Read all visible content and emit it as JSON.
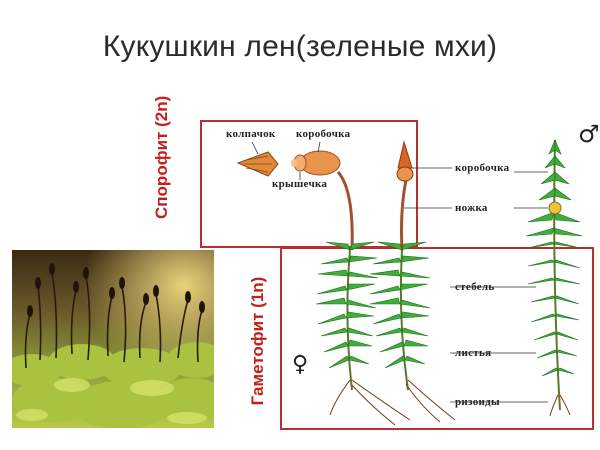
{
  "title": "Кукушкин лен(зеленые мхи)",
  "sporophyte_label": "Спорофит (2n)",
  "gametophyte_label": "Гаметофит (1n)",
  "labels": {
    "kolpachok": "колпачок",
    "korobochka_top": "коробочка",
    "kryshechka": "крышечка",
    "korobochka_right": "коробочка",
    "nozhka": "ножка",
    "stebel": "стебель",
    "listya": "листья",
    "rizoidy": "ризоиды"
  },
  "symbols": {
    "male": "♂",
    "female": "♀"
  },
  "colors": {
    "frame": "#b8312f",
    "vertical_label": "#c3201c",
    "leaf_green": "#3fae3a",
    "capsule_orange": "#e0813a",
    "stalk_brown": "#a0522d"
  }
}
